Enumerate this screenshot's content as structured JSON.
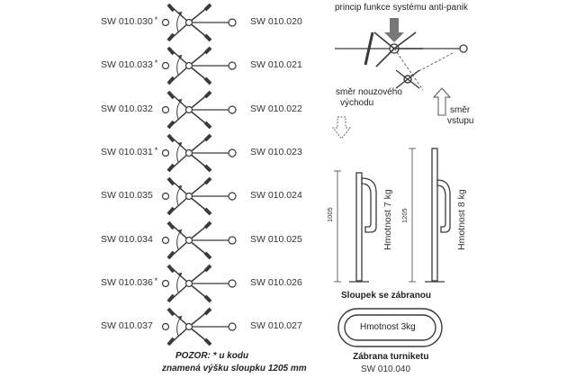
{
  "rows": [
    {
      "left_code": "SW 010.030",
      "left_star": "*",
      "right_code": "SW 010.020"
    },
    {
      "left_code": "SW 010.033",
      "left_star": "*",
      "right_code": "SW 010.021"
    },
    {
      "left_code": "SW 010.032",
      "left_star": "",
      "right_code": "SW 010.022"
    },
    {
      "left_code": "SW 010.031",
      "left_star": "*",
      "right_code": "SW 010.023"
    },
    {
      "left_code": "SW 010.035",
      "left_star": "",
      "right_code": "SW 010.024"
    },
    {
      "left_code": "SW 010.034",
      "left_star": "",
      "right_code": "SW 010.025"
    },
    {
      "left_code": "SW 010.036",
      "left_star": "*",
      "right_code": "SW 010.026"
    },
    {
      "left_code": "SW 010.037",
      "left_star": "",
      "right_code": "SW 010.027"
    }
  ],
  "note": {
    "line1_prefix": "POZOR:",
    "line1_rest": "* u kodu",
    "line2": "znamená výšku sloupku 1205 mm"
  },
  "principle": {
    "title": "princip funkce systému anti-panik",
    "emergency_label_line1": "směr nouzového",
    "emergency_label_line2": "východu",
    "entry_label_line1": "směr",
    "entry_label_line2": "vstupu"
  },
  "posts": {
    "dim_left": "1005",
    "dim_right": "1205",
    "weight_left": "Hmotnost 7 kg",
    "weight_right": "Hmotnost 8 kg",
    "caption": "Sloupek se zábranou"
  },
  "barrier": {
    "weight": "Hmotnost 3kg",
    "caption": "Zábrana turniketu",
    "code": "SW 010.040"
  },
  "colors": {
    "line": "#3a3a3a",
    "arrow": "#555555"
  }
}
